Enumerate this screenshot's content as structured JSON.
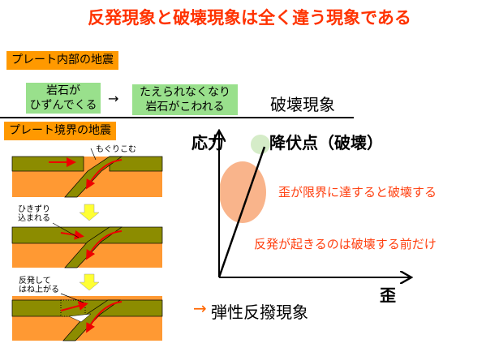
{
  "title": "反発現象と破壊現象は全く違う現象である",
  "intraplate": {
    "label": "プレート内部の地震",
    "step1_line1": "岩石が",
    "step1_line2": "ひずんでくる",
    "arrow": "→",
    "step2_line1": "たえられなくなり",
    "step2_line2": "岩石がこわれる",
    "result": "破壊現象"
  },
  "boundary": {
    "label": "プレート境界の地震",
    "panel1_note": "もぐりこむ",
    "panel2_note_line1": "ひきずり",
    "panel2_note_line2": "込まれる",
    "panel3_note_line1": "反発して",
    "panel3_note_line2": "はね上がる",
    "result_arrow": "→",
    "result": "弾性反撥現象"
  },
  "graph": {
    "y_label": "応力",
    "x_label": "歪",
    "yield_label": "降伏点（破壊）",
    "note1": "歪が限界に達すると破壊する",
    "note2": "反発が起きるのは破壊する前だけ"
  },
  "colors": {
    "accent": "#ff3300",
    "orange_label": "#ff9900",
    "green_box": "#99e08c",
    "plate": "#8c8c00",
    "mantle": "#ff9933"
  }
}
